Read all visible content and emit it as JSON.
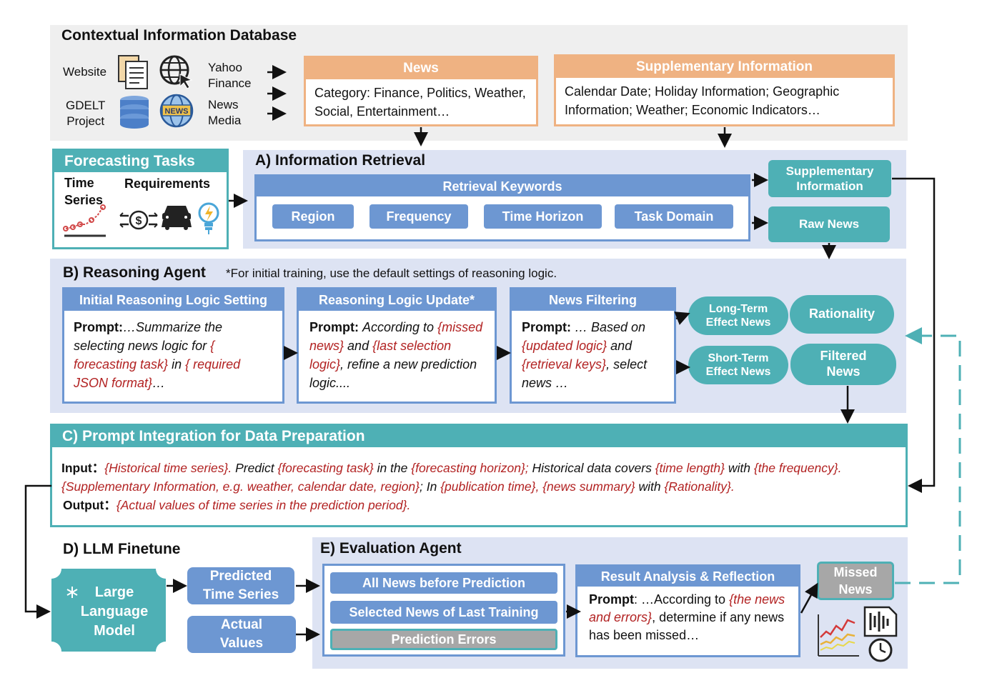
{
  "db": {
    "title": "Contextual Information Database",
    "src_website": "Website",
    "src_gdelt": "GDELT\nProject",
    "src_yahoo": "Yahoo\nFinance",
    "src_newsmedia": "News\nMedia",
    "news_badge": "NEWS",
    "news_head": "News",
    "news_body": "Category: Finance, Politics, Weather, Social, Entertainment…",
    "supp_head": "Supplementary Information",
    "supp_body": "Calendar Date; Holiday Information; Geographic Information; Weather; Economic Indicators…"
  },
  "tasks": {
    "title": "Forecasting Tasks",
    "time_series": "Time\nSeries",
    "requirements": "Requirements"
  },
  "retrieval": {
    "title": "A) Information Retrieval",
    "keywords_head": "Retrieval Keywords",
    "k1": "Region",
    "k2": "Frequency",
    "k3": "Time Horizon",
    "k4": "Task Domain",
    "out_supp": "Supplementary\nInformation",
    "out_raw": "Raw News"
  },
  "reasoning": {
    "title": "B) Reasoning Agent",
    "note": "*For initial training, use the default settings of reasoning logic.",
    "c1_head": "Initial Reasoning Logic Setting",
    "c2_head": "Reasoning Logic Update*",
    "c3_head": "News Filtering",
    "prompt_label": "Prompt",
    "c1_a": "…Summarize the selecting news logic for ",
    "c1_r1": "{ forecasting task}",
    "c1_b": " in ",
    "c1_r2": "{ required JSON format}",
    "c1_c": "…",
    "c2_a": "According to ",
    "c2_r1": "{missed news}",
    "c2_b": " and ",
    "c2_r2": "{last selection logic}",
    "c2_c": ", refine a new prediction logic....",
    "c3_a": "… Based on ",
    "c3_r1": "{updated logic}",
    "c3_b": " and ",
    "c3_r2": "{retrieval keys}",
    "c3_c": ", select news …",
    "long_term": "Long-Term\nEffect News",
    "short_term": "Short-Term\nEffect News",
    "rationality": "Rationality",
    "filtered": "Filtered\nNews"
  },
  "integration": {
    "title": "C) Prompt Integration for Data Preparation",
    "input_label": "Input：",
    "output_label": "Output：",
    "i1": "{Historical time series}.",
    "i2": " Predict ",
    "i3": "{forecasting task}",
    "i4": " in the ",
    "i5": "{forecasting horizon};",
    "i6": " Historical data covers ",
    "i7": "{time length}",
    "i8": " with ",
    "i9": "{the frequency}. {Supplementary Information, e.g. weather, calendar date, region}",
    "i10": "; In ",
    "i11": "{publication time}, {news summary}",
    "i12": " with ",
    "i13": "{Rationality}.",
    "o1": "{Actual values of time series in the prediction period}."
  },
  "finetune": {
    "title": "D) LLM Finetune",
    "llm": "Large\nLanguage\nModel",
    "predicted": "Predicted\nTime Series",
    "actual": "Actual\nValues"
  },
  "evaluation": {
    "title": "E) Evaluation Agent",
    "all_news": "All News before Prediction",
    "selected": "Selected News of Last Training",
    "errors": "Prediction Errors",
    "result_head": "Result Analysis & Reflection",
    "prompt_label": "Prompt",
    "r_a": ": …According to ",
    "r_r": "{the news and errors}",
    "r_b": ", determine if any news has been missed…",
    "missed": "Missed\nNews"
  },
  "colors": {
    "orange": "#efb282",
    "blue": "#6d97d2",
    "teal": "#4eb0b5",
    "red_text": "#b22222"
  }
}
